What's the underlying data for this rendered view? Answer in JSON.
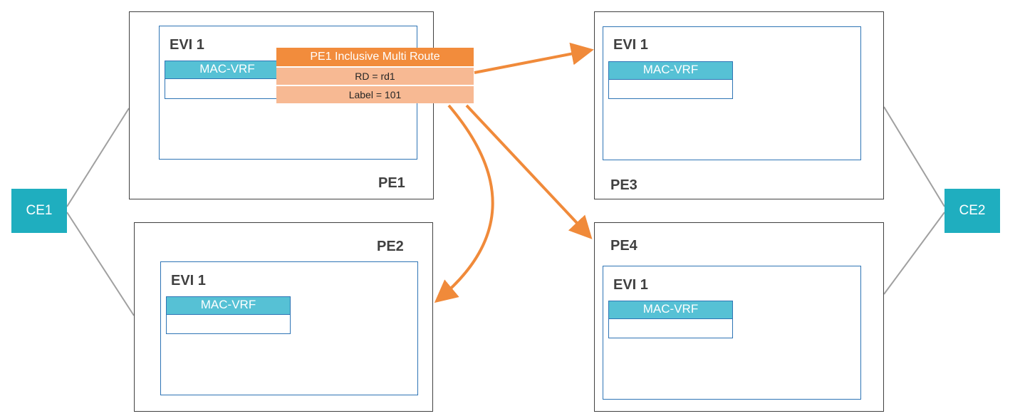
{
  "colors": {
    "pe_border": "#404040",
    "evi_border": "#2e74b5",
    "mac_vrf_fill": "#56c1d5",
    "ce_fill": "#1faebf",
    "route_header_fill": "#f28c3c",
    "route_row_fill": "#f7b993",
    "arrow": "#f08a3a",
    "ce_link": "#a0a0a0"
  },
  "ce1": {
    "label": "CE1"
  },
  "ce2": {
    "label": "CE2"
  },
  "pe1": {
    "label": "PE1",
    "evi": "EVI 1",
    "mac_vrf": "MAC-VRF"
  },
  "pe2": {
    "label": "PE2",
    "evi": "EVI 1",
    "mac_vrf": "MAC-VRF"
  },
  "pe3": {
    "label": "PE3",
    "evi": "EVI 1",
    "mac_vrf": "MAC-VRF"
  },
  "pe4": {
    "label": "PE4",
    "evi": "EVI 1",
    "mac_vrf": "MAC-VRF"
  },
  "route": {
    "title": "PE1 Inclusive Multi Route",
    "rd": "RD = rd1",
    "label": "Label = 101"
  }
}
